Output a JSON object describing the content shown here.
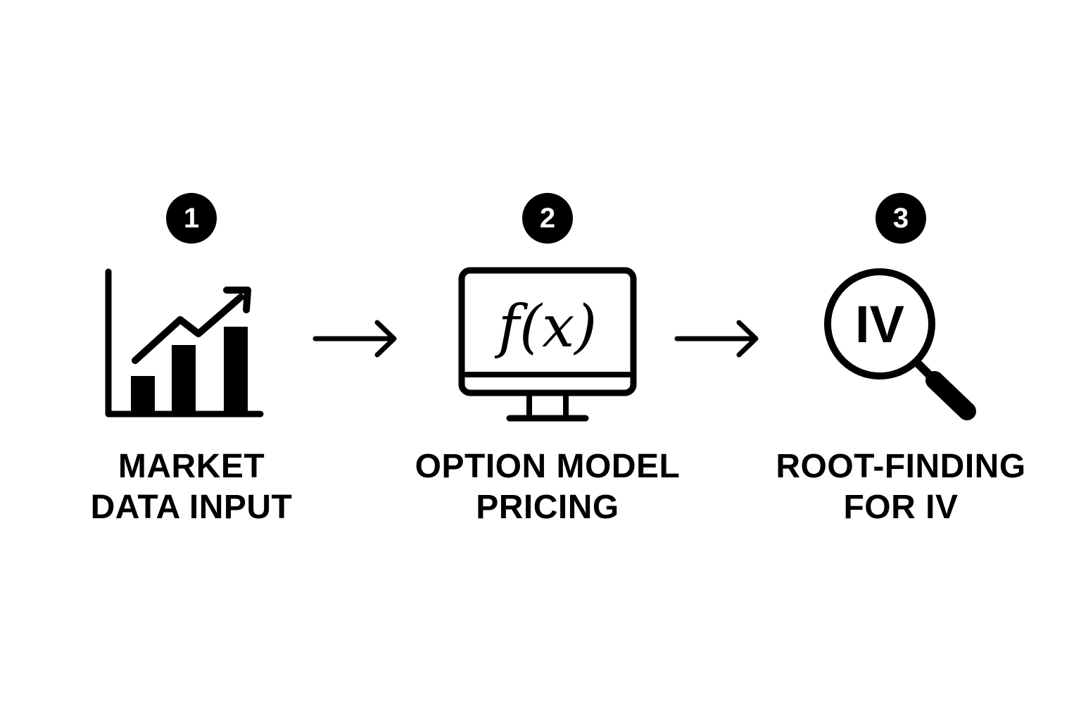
{
  "steps": [
    {
      "number": "1",
      "icon": "bar-chart-trend-icon",
      "label_lines": [
        "MARKET",
        "DATA INPUT"
      ]
    },
    {
      "number": "2",
      "icon": "monitor-function-icon",
      "icon_text": "f(x)",
      "label_lines": [
        "OPTION MODEL",
        "PRICING"
      ]
    },
    {
      "number": "3",
      "icon": "magnifier-iv-icon",
      "icon_text": "IV",
      "label_lines": [
        "ROOT-FINDING",
        "FOR IV"
      ]
    }
  ],
  "colors": {
    "ink": "#000000",
    "background": "#ffffff"
  }
}
